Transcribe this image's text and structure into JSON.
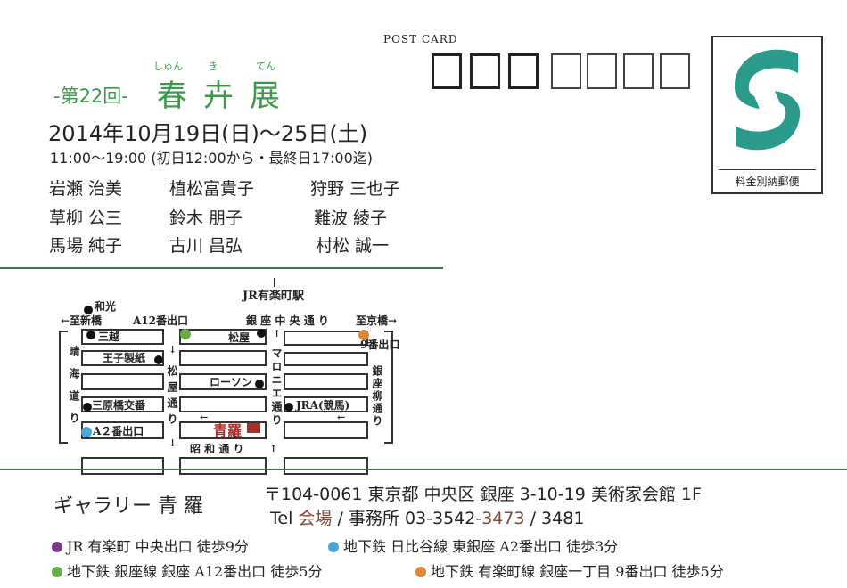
{
  "postcard_label": "POST CARD",
  "stamp": {
    "text": "料金別納郵便",
    "color": "#2a9a8a"
  },
  "header": {
    "edition": "-第22回-",
    "title_chars": [
      "春",
      "卉",
      "展"
    ],
    "ruby": [
      "しゅん",
      "き",
      "てん"
    ],
    "dates": "2014年10月19日(日)〜25日(土)",
    "hours": "11:00〜19:00 (初日12:00から・最終日17:00迄)",
    "accent_color": "#3a9a4a"
  },
  "artists": [
    "岩瀬 治美",
    "植松富貴子",
    "狩野 三也子",
    "草柳 公三",
    "鈴木 朋子",
    "難波 綾子",
    "馬場 純子",
    "古川 昌弘",
    "村松 誠一"
  ],
  "map": {
    "station": "JR有楽町駅",
    "wako": "和光",
    "to_shinbashi": "←至新橋",
    "a12": "A12番出口",
    "chuo_dori": "銀 座 中 央 通 り",
    "to_kyobashi": "至京橋→",
    "exit9": "9番出口",
    "harumi": "晴海道り",
    "matsuya_dori": "松屋通り",
    "marronnier": "マロニエ通り",
    "yanagi": "銀座柳通り",
    "showa": "昭 和 通 り",
    "mitsukoshi": "三越",
    "matsuya": "松屋",
    "oji": "王子製紙",
    "lawson": "ローソン",
    "koban": "三原橋交番",
    "jra": "JRA(競馬)",
    "a2": "A２番出口",
    "gallery": "青羅",
    "gallery_color": "#b02a2a"
  },
  "footer": {
    "gallery_name": "ギャラリー 青 羅",
    "address": "〒104-0061 東京都 中央区 銀座 3-10-19 美術家会館 1F",
    "tel_prefix": "Tel",
    "tel_venue": "会場",
    "tel_mid": "/ 事務所 03-3542-",
    "tel_num1": "3473",
    "tel_num2": "/ 3481",
    "access": [
      {
        "text": "JR 有楽町 中央出口 徒歩9分",
        "color": "#7b3a8a"
      },
      {
        "text": "地下鉄 日比谷線 東銀座 A2番出口 徒歩3分",
        "color": "#4aa6d8"
      },
      {
        "text": "地下鉄 銀座線 銀座 A12番出口 徒歩5分",
        "color": "#6aaa4a"
      },
      {
        "text": "地下鉄 有楽町線 銀座一丁目 9番出口 徒歩5分",
        "color": "#d88a3a"
      }
    ]
  }
}
